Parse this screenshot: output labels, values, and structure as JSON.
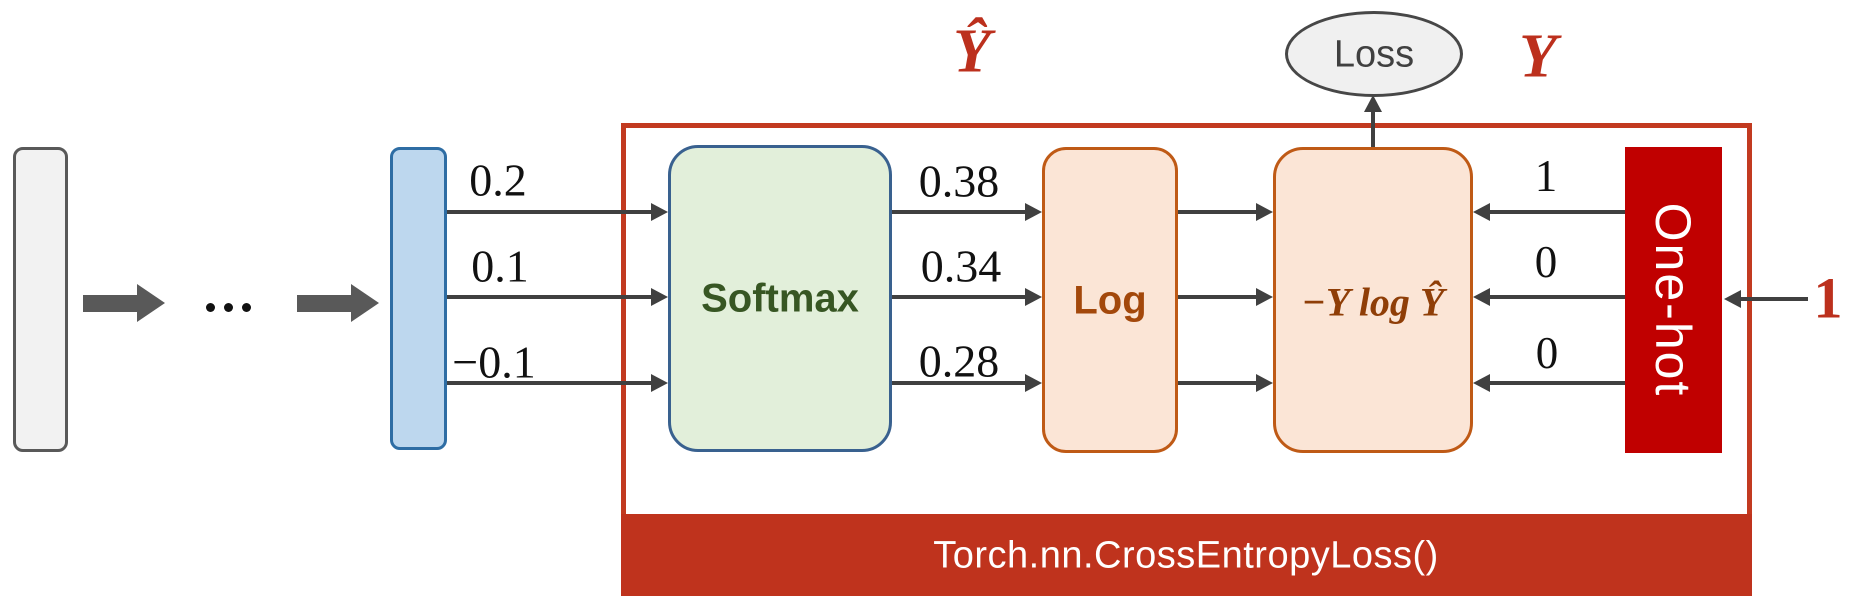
{
  "palette": {
    "frame_red": "#c23a20",
    "footer_bar_red": "#bf331d",
    "onehot_red": "#c00000",
    "annotation_red": "#bc301d",
    "line_gray": "#404040",
    "block_arrow_gray": "#595959",
    "softmax_fill": "#e2efda",
    "softmax_border": "#39618f",
    "softmax_text": "#375623",
    "peach_fill": "#fbe5d6",
    "peach_border": "#bf5a16",
    "log_text": "#a3480b",
    "formula_text": "#8f3e07",
    "blue_bar_fill": "#bdd7ee",
    "blue_bar_border": "#2e6da4",
    "gray_bar_fill": "#f2f2f2",
    "gray_bar_border": "#595959"
  },
  "left_chain": {
    "ellipsis": "..."
  },
  "logits": [
    "0.2",
    "0.1",
    "−0.1"
  ],
  "softmax": {
    "label": "Softmax",
    "outputs": [
      "0.38",
      "0.34",
      "0.28"
    ]
  },
  "log": {
    "label": "Log"
  },
  "nll": {
    "formula": "−Y log Ŷ"
  },
  "loss": {
    "label": "Loss"
  },
  "onehot": {
    "label": "One-hot",
    "values": [
      "1",
      "0",
      "0"
    ],
    "target_input": "1"
  },
  "annotations": {
    "y_hat": "Ŷ",
    "y": "Y"
  },
  "footer": {
    "label": "Torch.nn.CrossEntropyLoss()"
  }
}
